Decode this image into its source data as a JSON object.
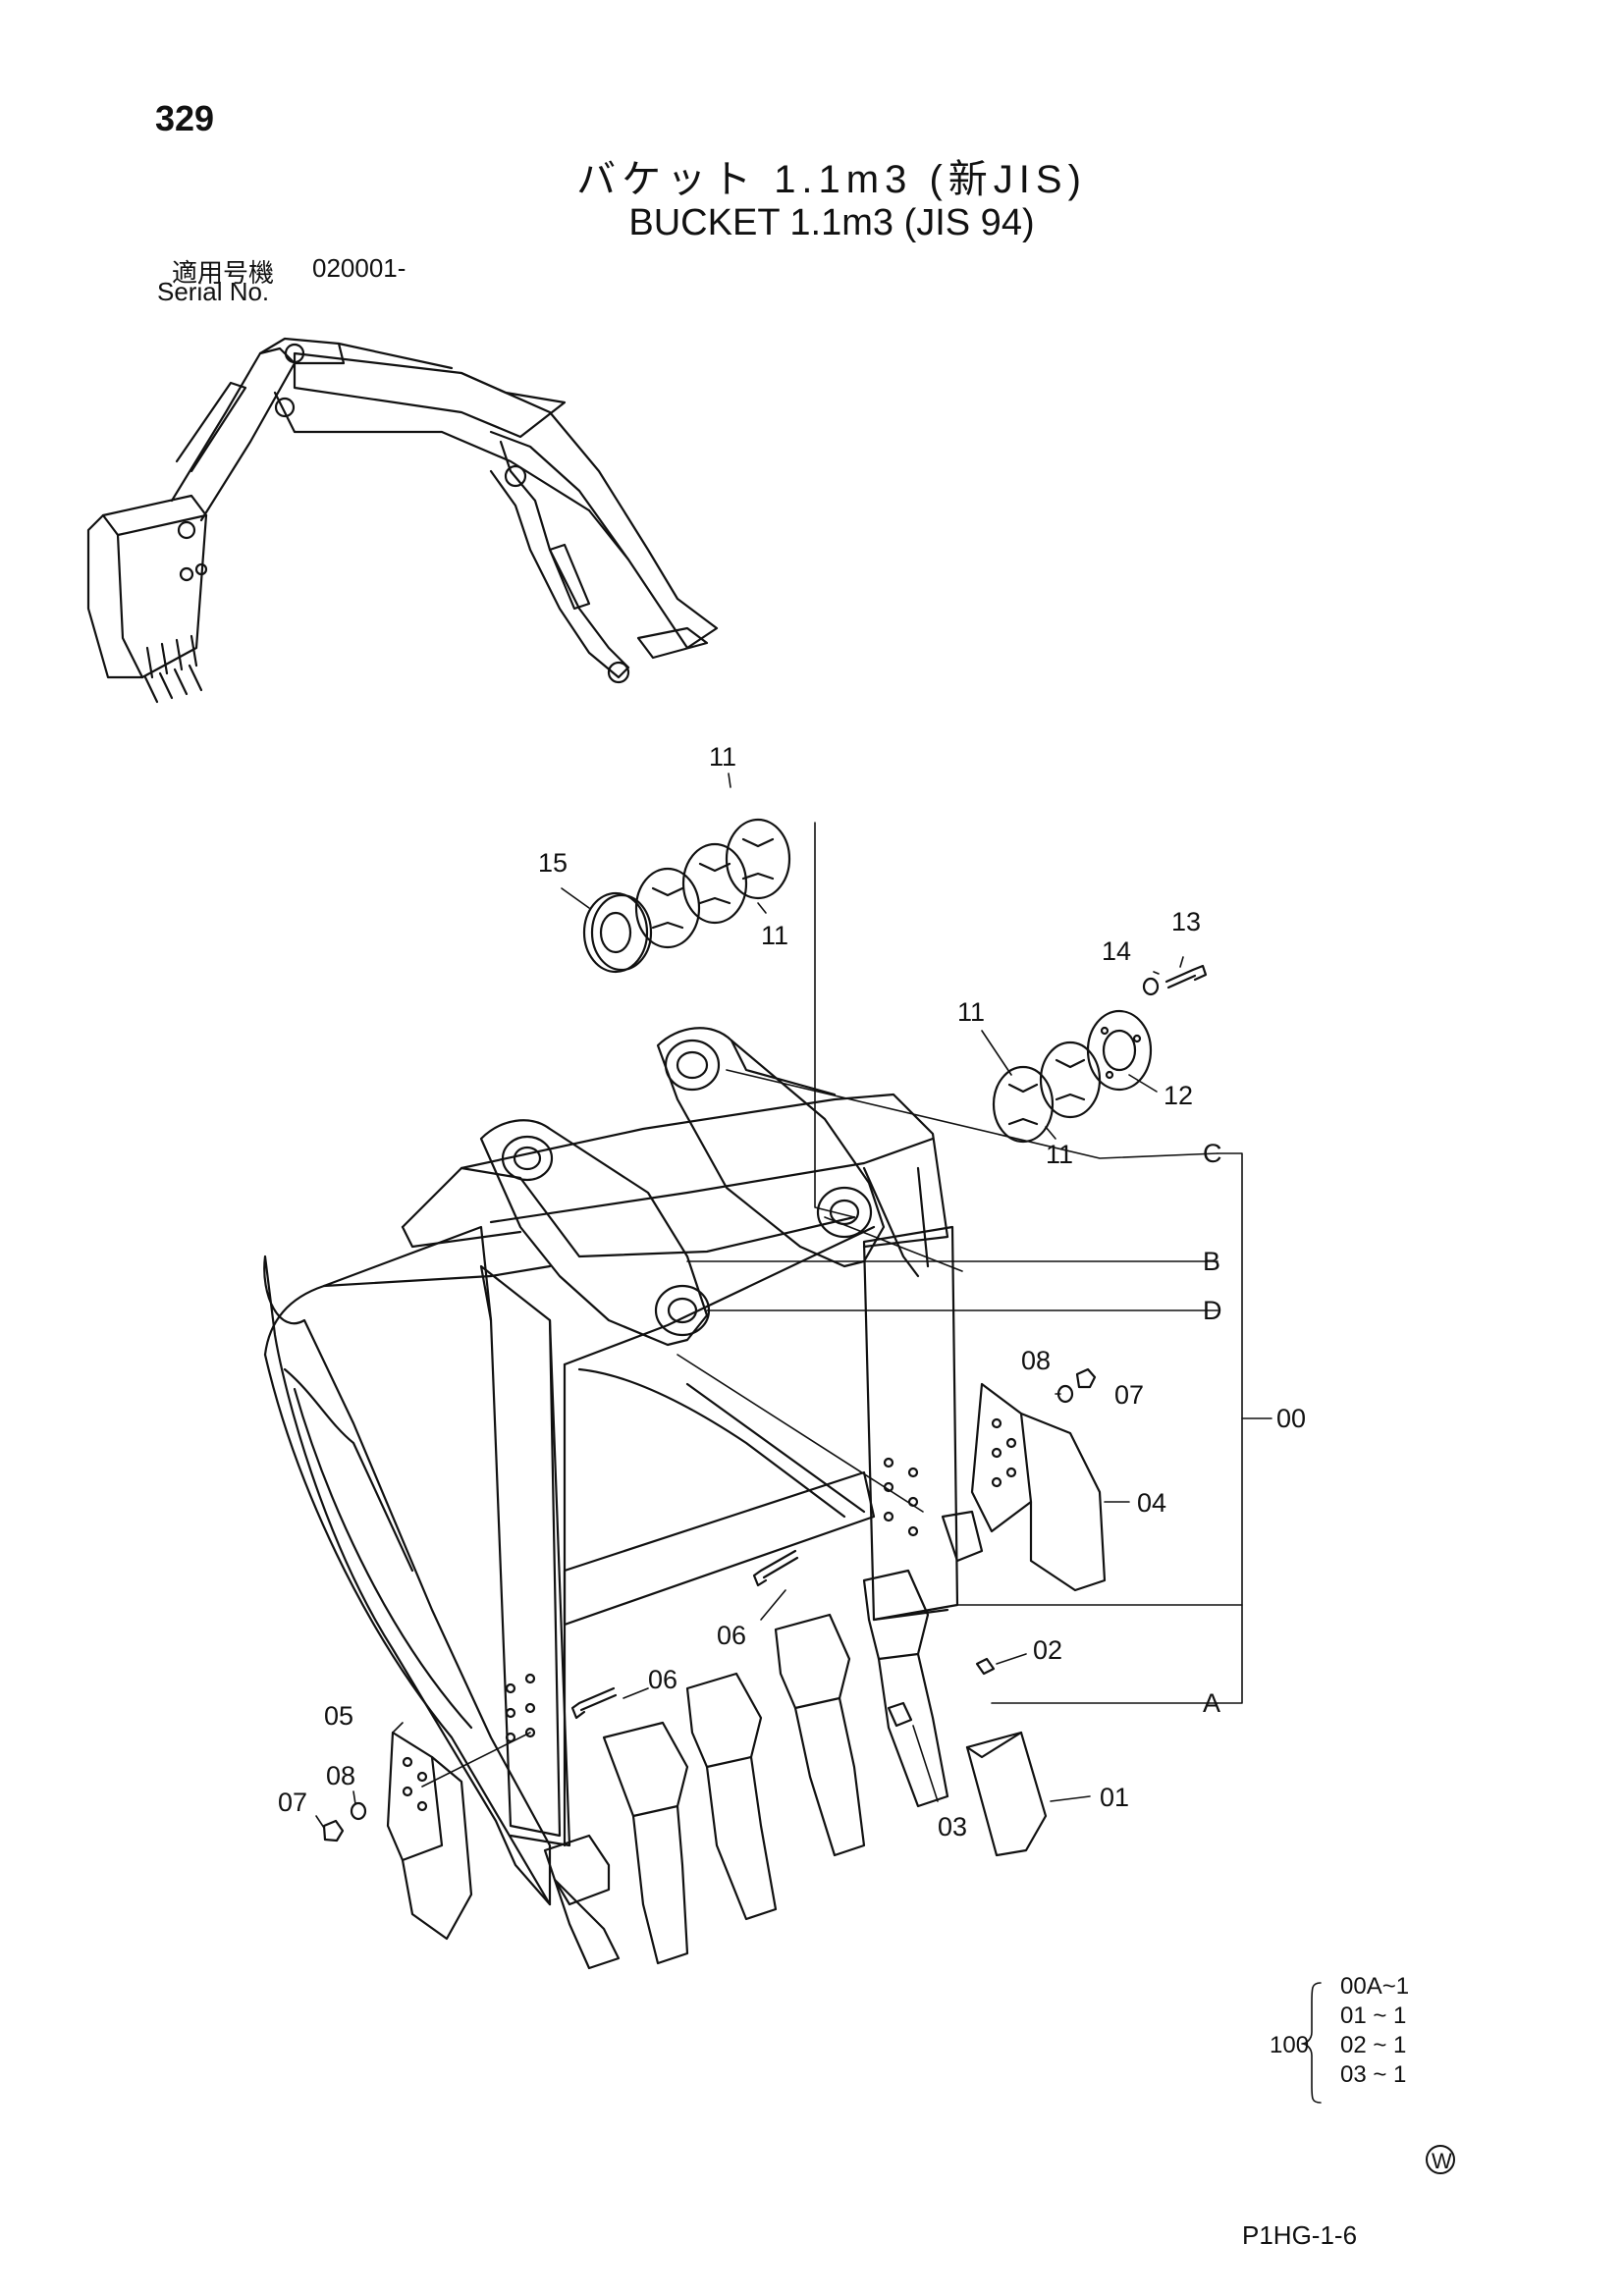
{
  "page_number": "329",
  "title_ja": "バケット 1.1m3 (新JIS)",
  "title_en": "BUCKET 1.1m3 (JIS 94)",
  "serial": {
    "label_ja": "適用号機",
    "value": "020001-",
    "label_en": "Serial No."
  },
  "callouts": {
    "c11a": "11",
    "c15": "15",
    "c11b": "11",
    "c13": "13",
    "c14": "14",
    "c11c": "11",
    "c12": "12",
    "c11d": "11",
    "cC": "C",
    "cB": "B",
    "cD": "D",
    "c00": "00",
    "c08a": "08",
    "c07a": "07",
    "c04": "04",
    "c06a": "06",
    "c02": "02",
    "c06b": "06",
    "cA": "A",
    "c05": "05",
    "c08b": "08",
    "c07b": "07",
    "c03": "03",
    "c01": "01"
  },
  "kit": {
    "total": "100",
    "items": [
      "00A~1",
      "01 ~ 1",
      "02 ~ 1",
      "03 ~ 1"
    ]
  },
  "watermark": "W",
  "footer_code": "P1HG-1-6"
}
